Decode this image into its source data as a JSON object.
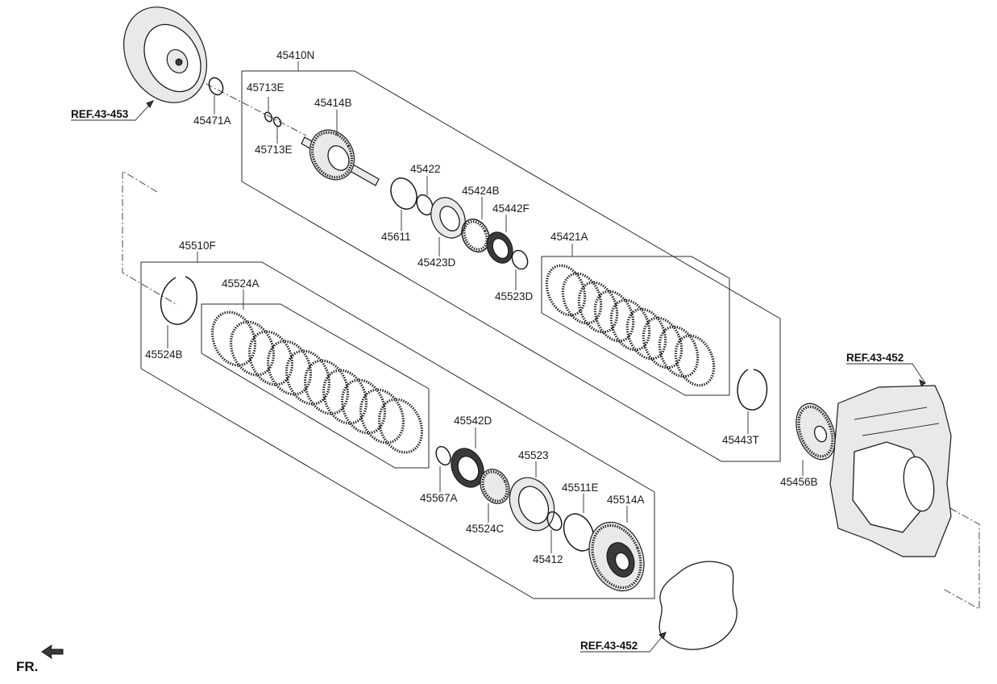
{
  "labels": {
    "p45410N": "45410N",
    "p45713E_a": "45713E",
    "p45713E_b": "45713E",
    "p45414B": "45414B",
    "p45471A": "45471A",
    "p45422": "45422",
    "p45424B": "45424B",
    "p45442F": "45442F",
    "p45611": "45611",
    "p45423D": "45423D",
    "p45523D": "45523D",
    "p45421A": "45421A",
    "p45510F": "45510F",
    "p45524A": "45524A",
    "p45524B": "45524B",
    "p45542D": "45542D",
    "p45523": "45523",
    "p45511E": "45511E",
    "p45514A": "45514A",
    "p45567A": "45567A",
    "p45524C": "45524C",
    "p45412": "45412",
    "p45443T": "45443T",
    "p45456B": "45456B"
  },
  "refs": {
    "ref_453": "REF.43-453",
    "ref_452_top": "REF.43-452",
    "ref_452_bottom": "REF.43-452"
  },
  "orientation": {
    "front_label": "FR."
  }
}
